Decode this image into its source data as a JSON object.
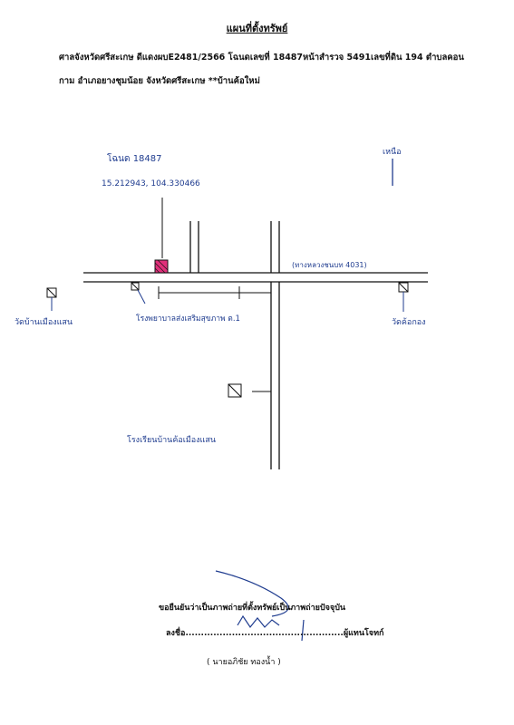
{
  "document": {
    "title": "แผนที่ตั้งทรัพย์",
    "description_line1": "ศาลจังหวัดศรีสะเกษ ดีแดงผบE2481/2566 โฉนดเลขที่ 18487หน้าสำรวจ 5491เลขที่ดิน 194 ตำบลคอน",
    "description_line2": "กาม อำเภอยางชุมน้อย จังหวัดศรีสะเกษ **บ้านค้อใหม่"
  },
  "map": {
    "deed_label": "โฉนด 18487",
    "coordinates": "15.212943, 104.330466",
    "north_label": "เหนือ",
    "road_label": "(ทางหลวงชนบท 4031)",
    "temple_left": "วัดบ้านเมืองแสน",
    "temple_right": "วัดค้อกอง",
    "school_top": "โรงพยาบาลส่งเสริมสุขภาพ ต.1",
    "school_bottom": "โรงเรียนบ้านค้อเมืองแสน"
  },
  "footer": {
    "certify": "ขอยืนยันว่าเป็นภาพถ่ายที่ตั้งทรัพย์เป็นภาพถ่ายปัจจุบัน",
    "sign_prefix": "ลงชื่อ",
    "sign_dots": "...................................................",
    "sign_role": "ผู้แทนโจทก์",
    "signer_name": "( นายอภิชัย   ทองน้ำ )"
  },
  "colors": {
    "ink": "#1f3c8f",
    "marker": "#e0307a"
  }
}
